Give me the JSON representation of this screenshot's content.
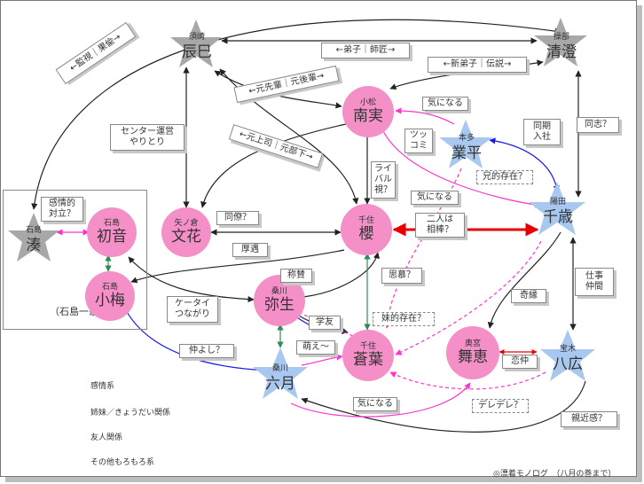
{
  "colors": {
    "node_fill": "#f48fc8",
    "star_fill": "#a8a8a8",
    "star_blue": "#a8c8f0",
    "emotion": "#ff33cc",
    "sibling": "#2e8b57",
    "friend": "#1a1ae6",
    "other": "#222222",
    "rival": "#e60000"
  },
  "group_label": "（石島一家）",
  "nodes": {
    "tatsumi": {
      "small": "須崎",
      "name": "辰巳"
    },
    "kiyosumi": {
      "small": "操部",
      "name": "清澄"
    },
    "minami": {
      "small": "小松",
      "name": "南実"
    },
    "narihira": {
      "small": "本多",
      "name": "業平"
    },
    "chitose": {
      "small": "陽田",
      "name": "千歳"
    },
    "minato": {
      "small": "石島",
      "name": "湊"
    },
    "hatsune": {
      "small": "石島",
      "name": "初音"
    },
    "koume": {
      "small": "石島",
      "name": "小梅"
    },
    "fumika": {
      "small": "矢ノ倉",
      "name": "文花"
    },
    "sakura": {
      "small": "千住",
      "name": "櫻"
    },
    "yayoi": {
      "small": "桑川",
      "name": "弥生"
    },
    "aoba": {
      "small": "千住",
      "name": "蒼葉"
    },
    "mutsuki": {
      "small": "桑川",
      "name": "六月"
    },
    "maie": {
      "small": "奥宮",
      "name": "舞恵"
    },
    "yahiro": {
      "small": "宝木",
      "name": "八広"
    }
  },
  "labels": {
    "monitor": "←監視｜果偸→",
    "deshi": "←弟子｜師匠→",
    "shindeshi": "←新弟子｜伝説→",
    "senpai": "←元先輩｜元後輩→",
    "joushi": "←元上司｜元部下→",
    "center": "センター運営\nやりとり",
    "kininaru1": "気になる",
    "tsukkomi": "ツッ\nコミ",
    "douki": "同期\n入社",
    "doushi": "同志？",
    "kanjouteki": "感情的\n対立？",
    "rival_q": "ライ\nバル\n視？",
    "kininaru2": "気になる",
    "ani": "兄的存在？",
    "dourou": "同僚？",
    "aibou": "二人は\n相棒？",
    "kouka": "厚遇",
    "shoushan": "称賛",
    "keitai": "ケータイ\nつながり",
    "shibo": "思慕？",
    "shigoto": "仕事\n仲間",
    "kien": "奇縁",
    "gakuyuu": "学友",
    "moe": "萌え～",
    "imouto": "妹的存在？",
    "nakayoshi": "仲よし？",
    "renchu": "恋仲",
    "kininaru3": "気になる",
    "deredere": "デレデレ？",
    "shinkin": "親近感？"
  },
  "legend": [
    {
      "label": "感情系",
      "color": "#ff33cc"
    },
    {
      "label": "姉妹／きょうだい関係",
      "color": "#2e8b57"
    },
    {
      "label": "友人関係",
      "color": "#1a1ae6"
    },
    {
      "label": "その他もろもろ系",
      "color": "#222222"
    }
  ],
  "credit": "◎漂着モノログ　（八月の巻まで）"
}
